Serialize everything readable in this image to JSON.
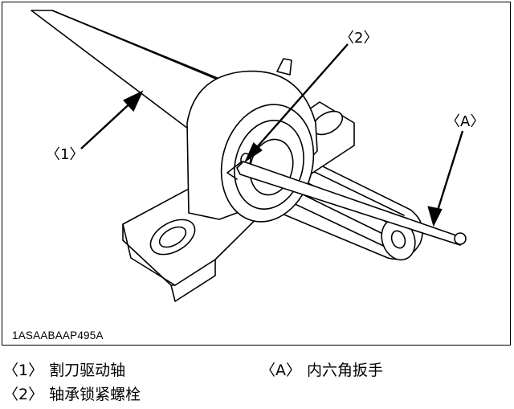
{
  "figure": {
    "figure_id": "1ASAABAAP495A",
    "callouts": [
      {
        "key": "〈1〉"
      },
      {
        "key": "〈2〉"
      },
      {
        "key": "〈A〉"
      }
    ]
  },
  "legend": [
    {
      "key": "〈1〉",
      "label": "割刀驱动轴"
    },
    {
      "key": "〈2〉",
      "label": "轴承锁紧螺栓"
    },
    {
      "key": "〈A〉",
      "label": "内六角扳手"
    }
  ],
  "colors": {
    "line": "#000000",
    "background": "#ffffff"
  }
}
